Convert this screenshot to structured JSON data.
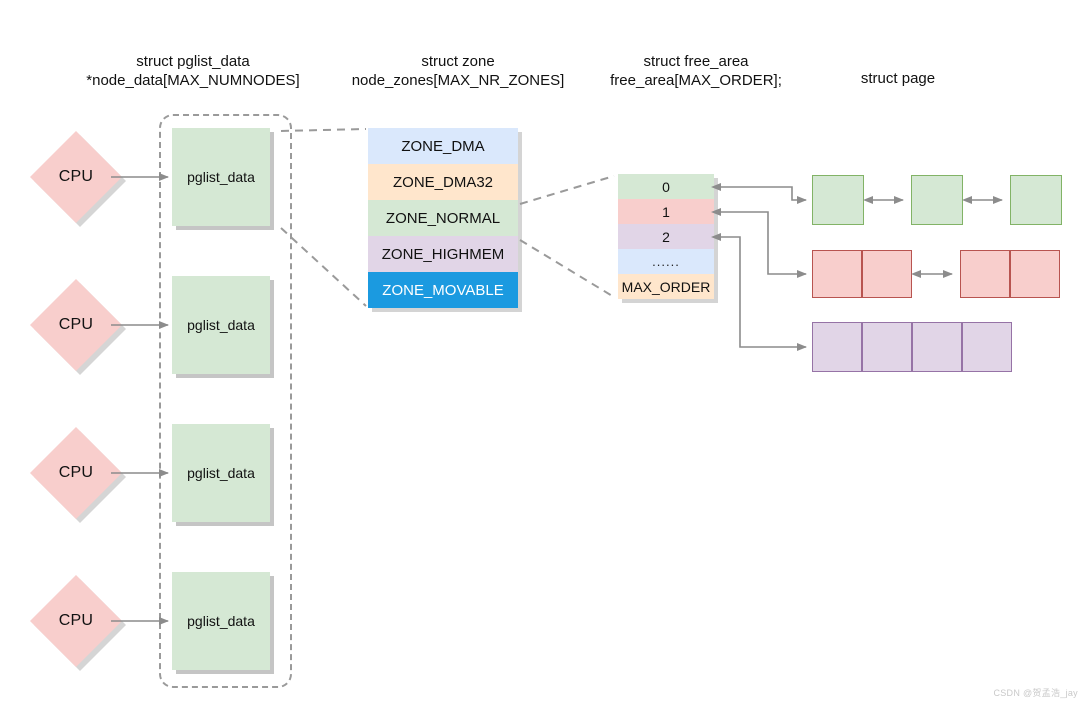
{
  "diagram": {
    "title": "Linux kernel memory management data structures",
    "background": "#ffffff",
    "watermark": "CSDN @贺孟浩_jay"
  },
  "headers": [
    {
      "line1": "struct pglist_data",
      "line2": "*node_data[MAX_NUMNODES]"
    },
    {
      "line1": "struct zone",
      "line2": "node_zones[MAX_NR_ZONES]"
    },
    {
      "line1": "struct free_area",
      "line2": "free_area[MAX_ORDER];"
    },
    {
      "line1": "struct page",
      "line2": ""
    }
  ],
  "cpus": [
    {
      "label": "CPU"
    },
    {
      "label": "CPU"
    },
    {
      "label": "CPU"
    },
    {
      "label": "CPU"
    }
  ],
  "nodes": [
    {
      "label": "pglist_data"
    },
    {
      "label": "pglist_data"
    },
    {
      "label": "pglist_data"
    },
    {
      "label": "pglist_data"
    }
  ],
  "zones": [
    {
      "label": "ZONE_DMA",
      "fill": "#dae8fc",
      "text": "#111111"
    },
    {
      "label": "ZONE_DMA32",
      "fill": "#ffe6cc",
      "text": "#111111"
    },
    {
      "label": "ZONE_NORMAL",
      "fill": "#d5e8d4",
      "text": "#111111"
    },
    {
      "label": "ZONE_HIGHMEM",
      "fill": "#e1d5e7",
      "text": "#111111"
    },
    {
      "label": "ZONE_MOVABLE",
      "fill": "#1b9ae0",
      "text": "#ffffff"
    }
  ],
  "free_area": [
    {
      "label": "0",
      "fill": "#d5e8d4"
    },
    {
      "label": "1",
      "fill": "#f8cecc"
    },
    {
      "label": "2",
      "fill": "#e1d5e7"
    },
    {
      "label": "......",
      "fill": "#dae8fc"
    },
    {
      "label": "MAX_ORDER",
      "fill": "#ffe6cc"
    }
  ],
  "page_lists": [
    {
      "order": "0",
      "color": "green",
      "blocks": [
        1,
        1,
        1
      ]
    },
    {
      "order": "1",
      "color": "red",
      "blocks": [
        2,
        2
      ]
    },
    {
      "order": "2",
      "color": "purple",
      "blocks": [
        4
      ]
    }
  ],
  "colors": {
    "green_fill": "#d5e8d4",
    "green_stroke": "#82b366",
    "red_fill": "#f8cecc",
    "red_stroke": "#b85450",
    "purple_fill": "#e1d5e7",
    "purple_stroke": "#9673a6",
    "blue_fill": "#dae8fc",
    "orange_fill": "#ffe6cc",
    "movable_fill": "#1b9ae0",
    "arrow": "#8c8c8c",
    "dashed": "#9a9a9a"
  }
}
